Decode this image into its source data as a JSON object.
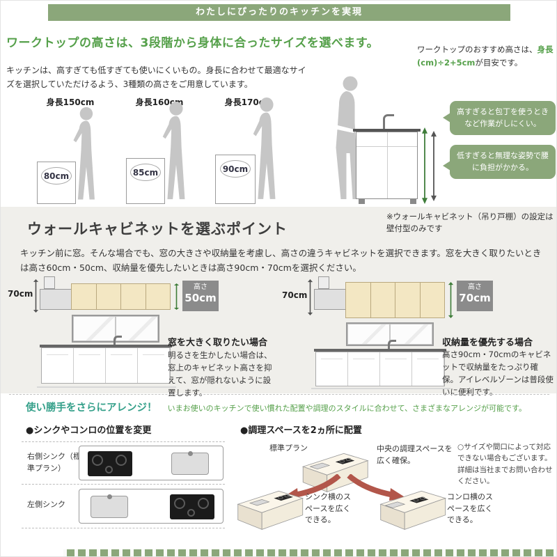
{
  "palette": {
    "banner_green": "#8ba77a",
    "heading_green": "#55a04a",
    "teal": "#35a08a",
    "badge_gray": "#8b8b8b",
    "cabinet_cream": "#f3e7c3",
    "arrow_red": "#b2564a",
    "section2_bg": "#f0efeb"
  },
  "banner": {
    "title": "わたしにぴったりのキッチンを実現"
  },
  "section1": {
    "heading": "ワークトップの高さは、3段階から身体に合ったサイズを選べます。",
    "recommend_pre": "ワークトップのおすすめ高さは、",
    "recommend_formula": "身長(cm)÷2+5cm",
    "recommend_post": "が目安です。",
    "description": "キッチンは、高すぎても低すぎても使いにくいもの。身長に合わせて最適なサイズを選択していただけるよう、3種類の高さをご用意しています。",
    "figures": [
      {
        "label": "身長150cm",
        "counter": "80cm"
      },
      {
        "label": "身長160cm",
        "counter": "85cm"
      },
      {
        "label": "身長170cm",
        "counter": "90cm"
      }
    ],
    "callouts": [
      "高すぎると包丁を使うときなど作業がしにくい。",
      "低すぎると無理な姿勢で腰に負担がかかる。"
    ]
  },
  "section2": {
    "heading": "ウォールキャビネットを選ぶポイント",
    "note": "※ウォールキャビネット（吊り戸棚）の設定は壁付型のみです",
    "description": "キッチン前に窓。そんな場合でも、窓の大きさや収納量を考慮し、高さの違うキャビネットを選択できます。窓を大きく取りたいときは高さ60cm・50cm、収納量を優先したいときは高さ90cm・70cmを選択ください。",
    "left": {
      "side_height": "70cm",
      "badge_prefix": "高さ",
      "badge_value": "50cm",
      "title": "窓を大きく取りたい場合",
      "text": "明るさを生かしたい場合は、窓上のキャビネット高さを抑えて、窓が隠れないように設置します。"
    },
    "right": {
      "side_height": "70cm",
      "badge_prefix": "高さ",
      "badge_value": "70cm",
      "title": "収納量を優先する場合",
      "text": "高さ90cm・70cmのキャビネットで収納量をたっぷり確保。アイレベルゾーンは普段使いに便利です。"
    }
  },
  "section3": {
    "heading": "使い勝手をさらにアレンジ！",
    "subheading": "いまお使いのキッチンで使い慣れた配置や調理のスタイルに合わせて、さまざまなアレンジが可能です。",
    "layout_block": {
      "title": "●シンクやコンロの位置を変更",
      "rows": [
        {
          "label": "右側シンク（標準プラン）"
        },
        {
          "label": "左側シンク"
        }
      ]
    },
    "space_block": {
      "title": "●調理スペースを2ヵ所に配置",
      "standard": "標準プラン",
      "center_note": "中央の調理スペースを広く確保。",
      "left_note": "シンク横のスペースを広くできる。",
      "right_note": "コンロ横のスペースを広くできる。"
    },
    "note": "○サイズや間口によって対応できない場合もございます。詳細は当社までお問い合わせください。"
  }
}
